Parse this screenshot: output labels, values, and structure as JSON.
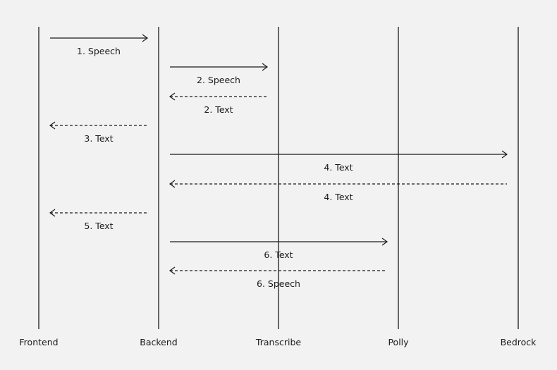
{
  "colors": {
    "background": "#f2f2f3",
    "line": "#1b1b1b",
    "text": "#1b1b1b"
  },
  "participants": [
    {
      "id": "frontend",
      "label": "Frontend"
    },
    {
      "id": "backend",
      "label": "Backend"
    },
    {
      "id": "transcribe",
      "label": "Transcribe"
    },
    {
      "id": "polly",
      "label": "Polly"
    },
    {
      "id": "bedrock",
      "label": "Bedrock"
    }
  ],
  "messages": [
    {
      "from": "frontend",
      "to": "backend",
      "label": "1. Speech",
      "style": "solid"
    },
    {
      "from": "backend",
      "to": "transcribe",
      "label": "2. Speech",
      "style": "solid"
    },
    {
      "from": "transcribe",
      "to": "backend",
      "label": "2. Text",
      "style": "dashed"
    },
    {
      "from": "backend",
      "to": "frontend",
      "label": "3. Text",
      "style": "dashed"
    },
    {
      "from": "backend",
      "to": "bedrock",
      "label": "4. Text",
      "style": "solid"
    },
    {
      "from": "bedrock",
      "to": "backend",
      "label": "4. Text",
      "style": "dashed"
    },
    {
      "from": "backend",
      "to": "frontend",
      "label": "5. Text",
      "style": "dashed"
    },
    {
      "from": "backend",
      "to": "polly",
      "label": "6. Text",
      "style": "solid"
    },
    {
      "from": "polly",
      "to": "backend",
      "label": "6. Speech",
      "style": "dashed"
    }
  ]
}
